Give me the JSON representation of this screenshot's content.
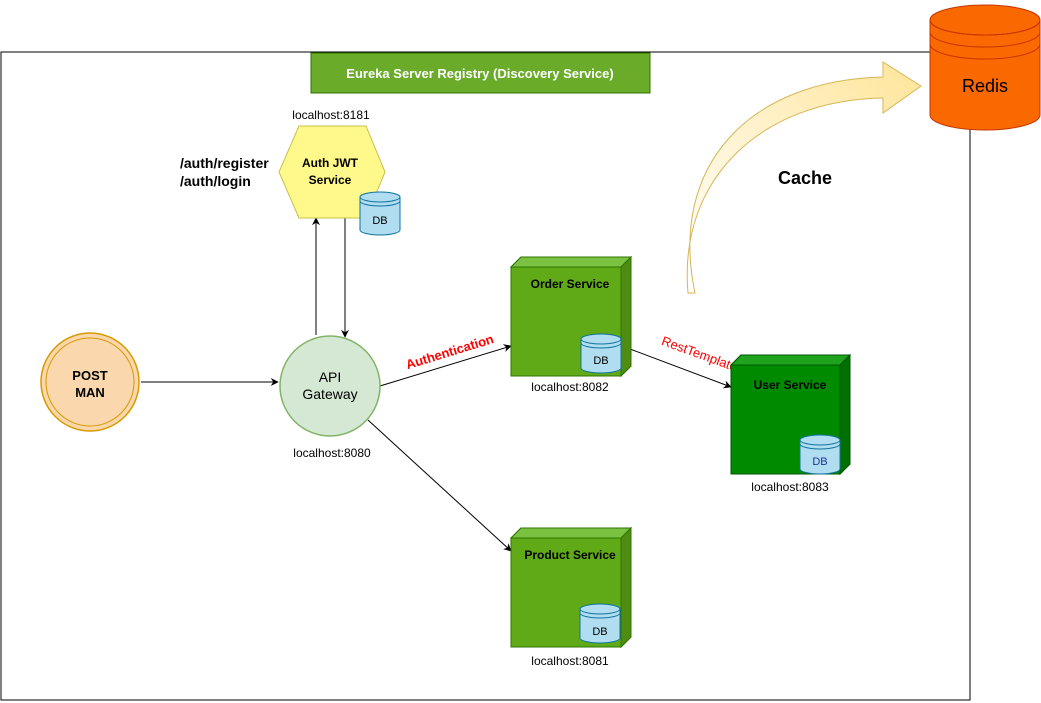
{
  "registry": {
    "label": "Eureka Server Registry (Discovery Service)"
  },
  "postman": {
    "label_line1": "POST",
    "label_line2": "MAN"
  },
  "gateway": {
    "label_line1": "API",
    "label_line2": "Gateway",
    "host": "localhost:8080"
  },
  "auth": {
    "label_line1": "Auth JWT",
    "label_line2": "Service",
    "host": "localhost:8181",
    "route1": "/auth/register",
    "route2": "/auth/login",
    "db": "DB"
  },
  "order": {
    "label": "Order Service",
    "host": "localhost:8082",
    "db": "DB"
  },
  "user": {
    "label": "User Service",
    "host": "localhost:8083",
    "db": "DB"
  },
  "product": {
    "label": "Product Service",
    "host": "localhost:8081",
    "db": "DB"
  },
  "redis": {
    "label": "Redis"
  },
  "edges": {
    "authentication": "Authentication",
    "rest_template": "RestTemplate",
    "cache": "Cache"
  },
  "colors": {
    "registry_green": "#6aab2a",
    "cube_green": "#60a917",
    "cube_dark_green": "#008a00",
    "hexagon_yellow": "#fff88a",
    "gateway_green": "#d5e8d4",
    "postman_orange": "#fad7ac",
    "db_blue": "#b1ddf0",
    "redis_orange": "#fa6800",
    "edge_red": "#ff0000"
  }
}
